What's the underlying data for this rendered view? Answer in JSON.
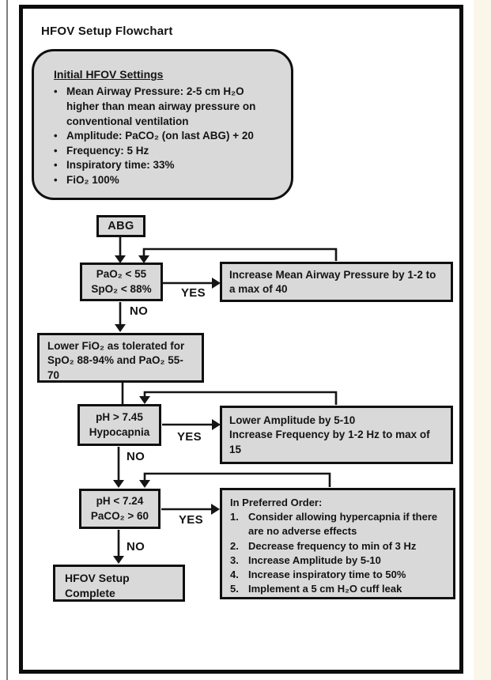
{
  "title": "HFOV Setup Flowchart",
  "settings": {
    "heading": "Initial HFOV Settings",
    "bullets": [
      "Mean Airway Pressure: 2-5 cm H₂O higher than mean airway pressure on conventional ventilation",
      "Amplitude: PaCO₂ (on last ABG) + 20",
      "Frequency: 5 Hz",
      "Inspiratory time: 33%",
      "FiO₂ 100%"
    ]
  },
  "nodes": {
    "abg": "ABG",
    "decision1": [
      "PaO₂ < 55",
      "SpO₂ < 88%"
    ],
    "action1": "Increase Mean Airway Pressure by 1-2 to a max of 40",
    "process1": "Lower FiO₂ as tolerated for SpO₂ 88-94% and PaO₂ 55-70",
    "decision2": [
      "pH > 7.45",
      "Hypocapnia"
    ],
    "action2": [
      "Lower Amplitude by 5-10",
      "Increase Frequency by 1-2 Hz to max of 15"
    ],
    "decision3": [
      "pH < 7.24",
      "PaCO₂ > 60"
    ],
    "action3": {
      "heading": "In Preferred Order:",
      "items": [
        {
          "n": "1.",
          "text": "Consider allowing hypercapnia if there are no adverse effects"
        },
        {
          "n": "2.",
          "text": "Decrease frequency to min of 3 Hz"
        },
        {
          "n": "3.",
          "text": "Increase Amplitude by 5-10"
        },
        {
          "n": "4.",
          "text": "Increase inspiratory time to 50%"
        },
        {
          "n": "5.",
          "text": "Implement a 5 cm H₂O cuff leak"
        }
      ]
    },
    "complete": [
      "HFOV Setup",
      "Complete"
    ]
  },
  "labels": {
    "yes": "YES",
    "no": "NO"
  },
  "colors": {
    "box_fill": "#d9d9d9",
    "line": "#151515"
  }
}
